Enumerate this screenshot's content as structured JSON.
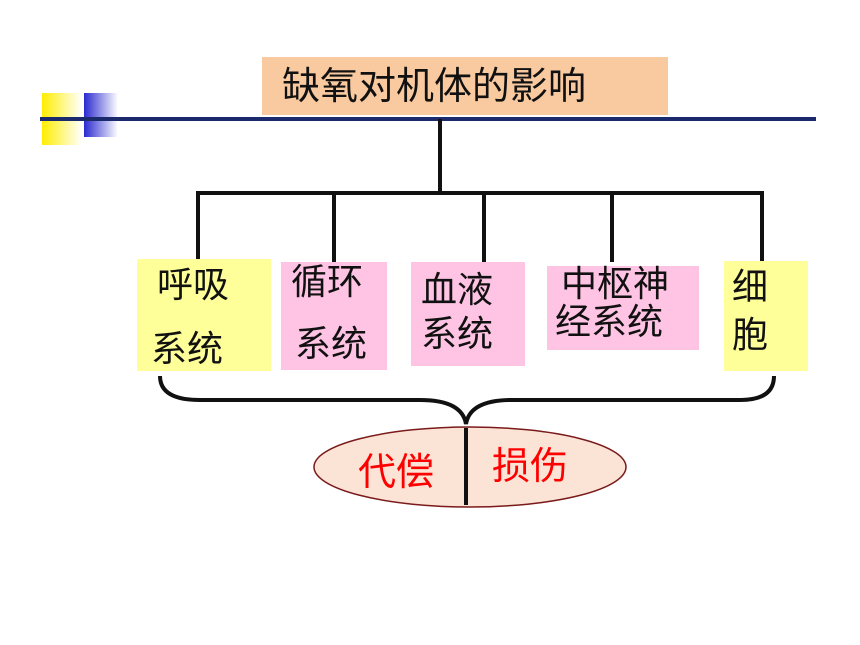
{
  "title": "缺氧对机体的影响",
  "nodes": [
    {
      "line1": "呼吸",
      "line2": "系统",
      "color": "#ffff99"
    },
    {
      "line1": "循环",
      "line2": "系统",
      "color": "#ffc4e4"
    },
    {
      "line1": "血液",
      "line2": "系统",
      "color": "#ffc4e4"
    },
    {
      "line1": "中枢神",
      "line2": "经系统",
      "color": "#ffc4e4"
    },
    {
      "line1": "细",
      "line2": "胞",
      "color": "#ffff99"
    }
  ],
  "outcome": {
    "left": "代偿",
    "right": "损伤",
    "text_color": "#ff0000",
    "oval_fill": "#fbe4d5"
  },
  "accent": {
    "title_fill": "#f9c9a0",
    "bullet_yellow": "#ffee00",
    "bullet_blue": "#2a2ad0"
  }
}
